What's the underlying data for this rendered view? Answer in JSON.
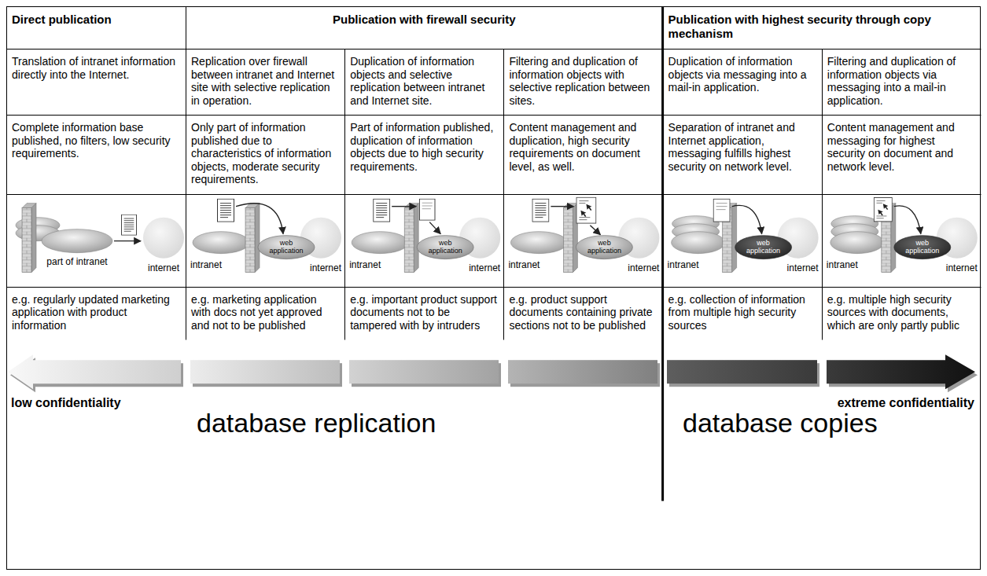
{
  "diagram": {
    "labels": [
      "Direct publication",
      "Publication with firewall security",
      "Publication with highest security through copy mechanism",
      "Translation of intranet information directly into the Internet.",
      "Replication over firewall between intranet and Internet site with selective replication in operation.",
      "Duplication of information objects and selective replication between intranet and Internet site.",
      "Filtering and duplication of information objects with selective replication between sites.",
      "Duplication of information objects via messaging into a mail-in application.",
      "Filtering and duplication of information objects via messaging into a mail-in application.",
      "Complete information base published, no filters, low security requirements.",
      "Only part of information published due to characteristics of information objects, moderate security requirements.",
      "Part of information published, duplication of information objects due to high security requirements.",
      "Content management and duplication, high security requirements on document level, as well.",
      "Separation of intranet and Internet application, messaging fulfills highest security on network level.",
      "Content management and messaging for highest security on document and network level.",
      "part of intranet",
      "internet",
      "intranet",
      "web application",
      "internet",
      "intranet",
      "web application",
      "internet",
      "intranet",
      "web application",
      "internet",
      "intranet",
      "web application",
      "internet",
      "intranet",
      "web application",
      "internet",
      "e.g. regularly updated marketing application with product information",
      "e.g. marketing application with docs not yet approved and not to be published",
      "e.g. important product support documents not to be tampered with by intruders",
      "e.g. product support documents containing private sections not to be published",
      "e.g. collection of information from multiple high security sources",
      "e.g. multiple high security sources with documents, which are only partly public",
      "low confidentiality",
      "extreme confidentiality",
      "database replication",
      "database copies"
    ]
  }
}
